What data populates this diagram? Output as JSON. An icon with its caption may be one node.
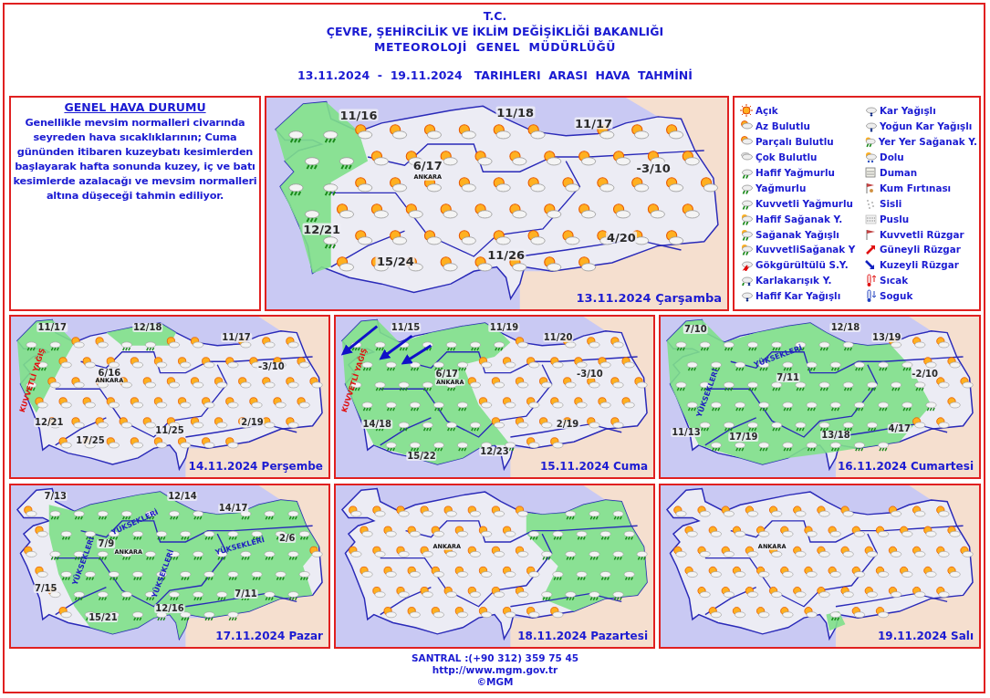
{
  "diagram": {
    "title": "13.11.2024  -  19.11.2024   TARIHLERI  ARASI  HAVA  TAHMİNİ",
    "nodes": [
      {
        "text": [
          "GENEL HAVA DURUMU",
          "Genellikle mevsim normalleri civarında seyreden hava sıcaklıklarının; Cuma gününden itibaren kuzeybatı kesimlerden başlayarak hafta sonunda kuzey, iç ve batı kesimlerde azalacağı ve mevsim normalleri altına düşeceği tahmin ediliyor."
        ]
      },
      {
        "text": [
          "11/16",
          "11/18",
          "11/17",
          "6/17",
          "ANKARA",
          "-3/10",
          "12/21",
          "4/20",
          "11/26",
          "15/24",
          "13.11.2024 Çarşamba"
        ]
      },
      {
        "text": [
          "11/17",
          "12/18",
          "11/17",
          "-3/10",
          "6/16",
          "ANKARA",
          "KUVVETLİ YAĞIŞ",
          "12/21",
          "2/19",
          "11/25",
          "17/25",
          "14.11.2024 Perşembe"
        ]
      },
      {
        "text": [
          "11/15",
          "11/19",
          "11/20",
          "6/17",
          "-3/10",
          "ANKARA",
          "KUVVETLİ YAĞIŞ",
          "14/18",
          "2/19",
          "12/23",
          "15/22",
          "15.11.2024 Cuma"
        ]
      },
      {
        "text": [
          "7/10",
          "12/18",
          "13/19",
          "YÜKSEKLERİ",
          "7/11",
          "-2/10",
          "YÜKSEKLERİ",
          "11/13",
          "4/17",
          "13/18",
          "17/19",
          "16.11.2024 Cumartesi"
        ]
      },
      {
        "text": [
          "7/13",
          "12/14",
          "14/17",
          "YÜKSEKLERİ",
          "7/9",
          "2/6",
          "YÜKSEKLERİ",
          "ANKARA",
          "YÜKSEKLERİ",
          "YÜKSEKLERİ",
          "7/15",
          "7/11",
          "12/16",
          "15/21",
          "17.11.2024 Pazar"
        ]
      },
      {
        "text": [
          "ANKARA",
          "18.11.2024 Pazartesi"
        ]
      },
      {
        "text": [
          "ANKARA",
          "19.11.2024 Salı"
        ]
      }
    ],
    "labels": [
      "T.C.",
      "ÇEVRE, ŞEHİRCİLİK VE İKLİM DEĞİŞİKLİĞİ BAKANLIĞI",
      "METEOROLOJİ  GENEL  MÜDÜRLÜĞÜ",
      "SANTRAL :(+90 312) 359 75 45",
      "http://www.mgm.gov.tr",
      "©MGM"
    ],
    "legend": [
      {
        "text": "Açık"
      },
      {
        "text": "Az Bulutlu"
      },
      {
        "text": "Parçalı Bulutlu"
      },
      {
        "text": "Çok Bulutlu"
      },
      {
        "text": "Hafif Yağmurlu"
      },
      {
        "text": "Yağmurlu"
      },
      {
        "text": "Kuvvetli Yağmurlu"
      },
      {
        "text": "Hafif Sağanak Y."
      },
      {
        "text": "Sağanak Yağışlı"
      },
      {
        "text": "KuvvetliSağanak Y"
      },
      {
        "text": "Gökgürültülü S.Y."
      },
      {
        "text": "Karlakarışık Y."
      },
      {
        "text": "Hafif Kar Yağışlı"
      },
      {
        "text": "Kar Yağışlı"
      },
      {
        "text": "Yoğun Kar Yağışlı"
      },
      {
        "text": "Yer Yer Sağanak Y."
      },
      {
        "text": "Dolu"
      },
      {
        "text": "Duman"
      },
      {
        "text": "Kum Fırtınası"
      },
      {
        "text": "Sisli"
      },
      {
        "text": "Puslu"
      },
      {
        "text": "Kuvvetli Rüzgar"
      },
      {
        "text": "Güneyli Rüzgar"
      },
      {
        "text": "Kuzeyli Rüzgar"
      },
      {
        "text": "Sıcak"
      },
      {
        "text": "Soguk"
      }
    ]
  }
}
